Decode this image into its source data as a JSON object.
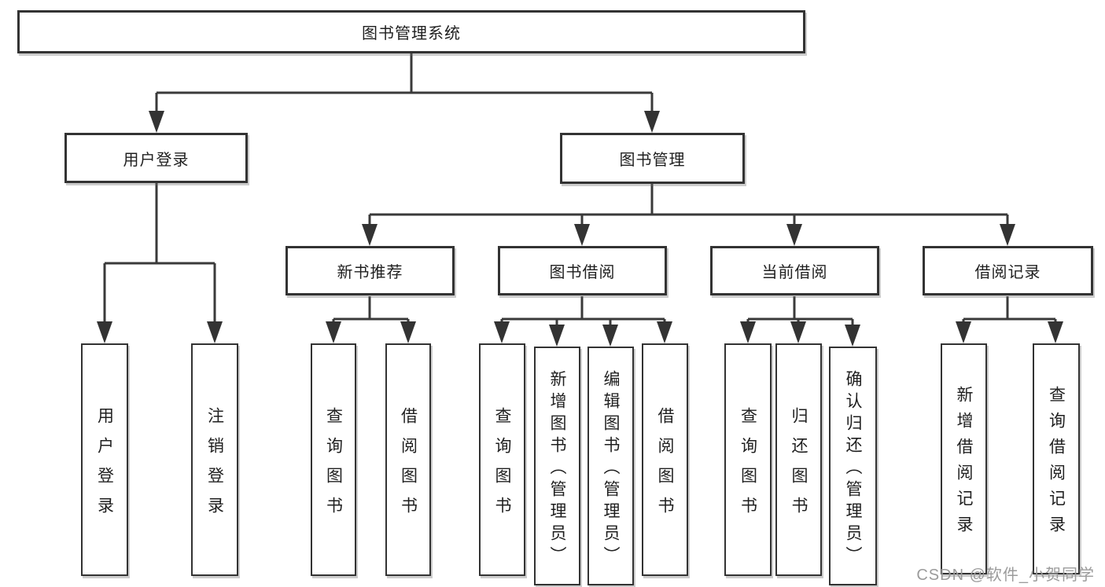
{
  "diagram": {
    "root": {
      "label": "图书管理系统"
    },
    "level1": [
      {
        "label": "用户登录"
      },
      {
        "label": "图书管理"
      }
    ],
    "level2": [
      {
        "label": "新书推荐"
      },
      {
        "label": "图书借阅"
      },
      {
        "label": "当前借阅"
      },
      {
        "label": "借阅记录"
      }
    ],
    "leaves": {
      "user_login": [
        {
          "label": "用户登录"
        },
        {
          "label": "注销登录"
        }
      ],
      "new_book_recommend": [
        {
          "label": "查询图书"
        },
        {
          "label": "借阅图书"
        }
      ],
      "book_borrow": [
        {
          "label": "查询图书"
        },
        {
          "label": "新增图书（管理员）"
        },
        {
          "label": "编辑图书（管理员）"
        },
        {
          "label": "借阅图书"
        }
      ],
      "current_borrow": [
        {
          "label": "查询图书"
        },
        {
          "label": "归还图书"
        },
        {
          "label": "确认归还（管理员）"
        }
      ],
      "borrow_record": [
        {
          "label": "新增借阅记录"
        },
        {
          "label": "查询借阅记录"
        }
      ]
    },
    "colors": {
      "line": "#3a3a3a",
      "box_border": "#333333",
      "text": "#1f1f1f",
      "watermark_text": "#9b9b9b"
    }
  },
  "watermark": {
    "text": "CSDN @软件_小贺同学"
  }
}
